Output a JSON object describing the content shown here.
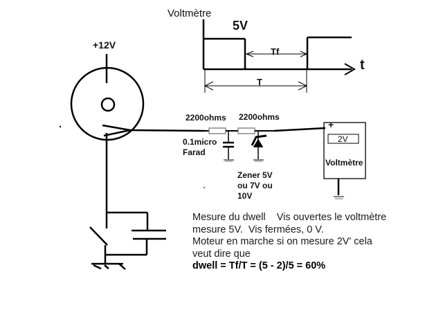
{
  "waveform": {
    "title": "Voltmètre",
    "high_label": "5V",
    "axis_label": "t",
    "off_time_label": "Tf",
    "period_label": "T"
  },
  "circuit": {
    "supply_label": "+12V",
    "distributor_center": "O",
    "resistor1_label": "2200ohms",
    "resistor2_label": "2200ohms",
    "capacitor_label_line1": "0.1micro",
    "capacitor_label_line2": "Farad",
    "zener_label_line1": "Zener 5V",
    "zener_label_line2": "ou 7V ou",
    "zener_label_line3": "10V",
    "meter_plus": "+",
    "meter_reading": "2V",
    "meter_label": "Voltmètre"
  },
  "notes": {
    "line1": "Mesure du dwell    Vis ouvertes le voltmètre",
    "line2": "mesure 5V.  Vis fermées, 0 V.",
    "line3": "Moteur en marche si on mesure 2V' cela",
    "line4": "veut dire que",
    "formula": "dwell = Tf/T = (5 - 2)/5 = 60%"
  }
}
